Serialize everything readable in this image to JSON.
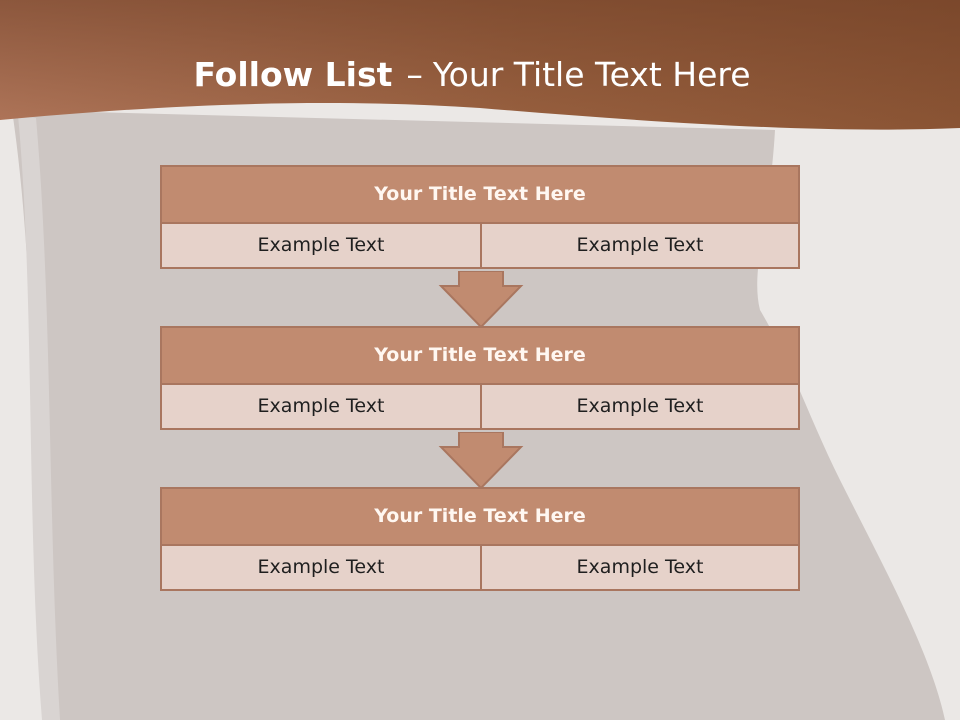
{
  "slide": {
    "title_bold": "Follow List",
    "title_separator": "–",
    "title_rest": "Your Title Text Here"
  },
  "blocks": [
    {
      "title": "Your Title Text Here",
      "left": "Example Text",
      "right": "Example Text"
    },
    {
      "title": "Your Title Text Here",
      "left": "Example Text",
      "right": "Example Text"
    },
    {
      "title": "Your Title Text Here",
      "left": "Example Text",
      "right": "Example Text"
    }
  ],
  "colors": {
    "header_band": "#a0664a",
    "block_title": "#c18b70",
    "block_cell": "#e6d2ca",
    "border": "#a9765f",
    "arrow_fill": "#c18b70"
  }
}
